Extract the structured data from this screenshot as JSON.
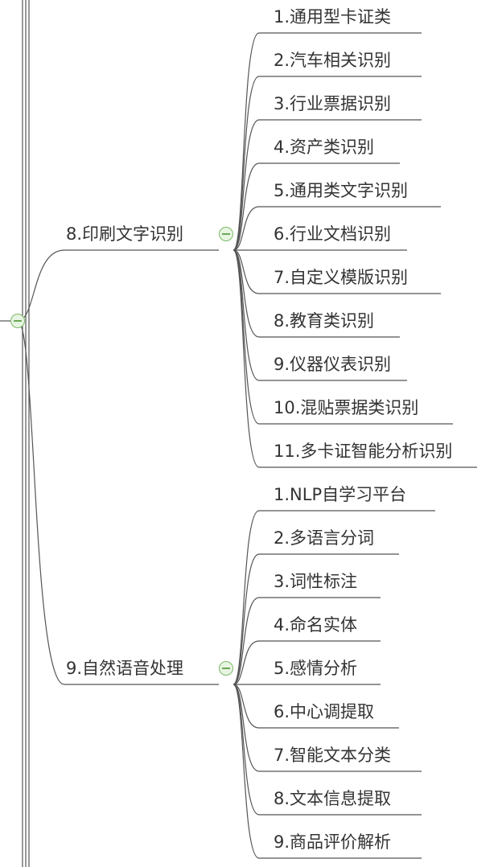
{
  "colors": {
    "line": "#555555",
    "collapse_fill": "#e8f5e2",
    "collapse_border": "#7cb86a"
  },
  "branches": [
    {
      "label": "8.印刷文字识别",
      "children": [
        "1.通用型卡证类",
        "2.汽车相关识别",
        "3.行业票据识别",
        "4.资产类识别",
        "5.通用类文字识别",
        "6.行业文档识别",
        "7.自定义模版识别",
        "8.教育类识别",
        "9.仪器仪表识别",
        "10.混贴票据类识别",
        "11.多卡证智能分析识别"
      ]
    },
    {
      "label": "9.自然语音处理",
      "children": [
        "1.NLP自学习平台",
        "2.多语言分词",
        "3.词性标注",
        "4.命名实体",
        "5.感情分析",
        "6.中心调提取",
        "7.智能文本分类",
        "8.文本信息提取",
        "9.商品评价解析"
      ]
    }
  ]
}
